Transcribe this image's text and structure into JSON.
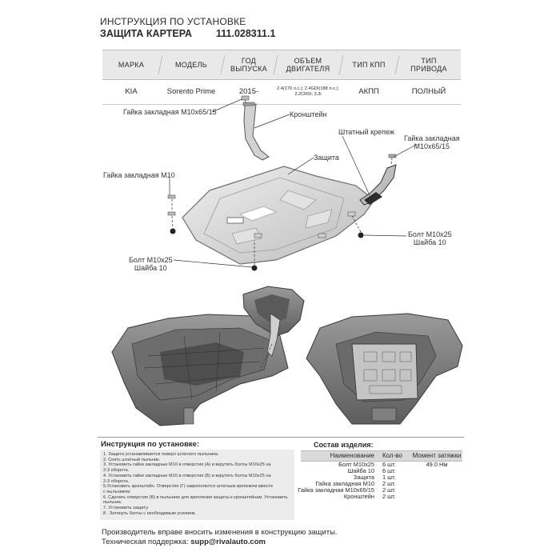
{
  "header": {
    "line1": "ИНСТРУКЦИЯ ПО УСТАНОВКЕ",
    "line2": "ЗАЩИТА КАРТЕРА",
    "code": "111.028311.1"
  },
  "spec_table": {
    "headers": [
      "МАРКА",
      "МОДЕЛЬ",
      "ГОД\nВЫПУСКА",
      "ОБЪЕМ\nДВИГАТЕЛЯ",
      "ТИП КПП",
      "ТИП\nПРИВОДА"
    ],
    "row": {
      "brand": "KIA",
      "model": "Sorento Prime",
      "year": "2015-",
      "engine": "2.4(170 л.с.); 2.4GDI(188 л.с.);\n2.2CRDi; 3.3i",
      "gearbox": "АКПП",
      "drive": "ПОЛНЫЙ"
    }
  },
  "callouts": {
    "nut_top_left": "Гайка закладная М10х65/15",
    "bracket": "Кронштейн",
    "standard_fastener": "Штатный крепеж",
    "nut_right": "Гайка закладная\nМ10х65/15",
    "guard": "Защита",
    "nut_m10": "Гайка закладная М10",
    "bolt_right": "Болт М10х25\nШайба 10",
    "bolt_left": "Болт М10х25\nШайба 10"
  },
  "instructions": {
    "title": "Инструкция по установке:",
    "steps": [
      "1. Защита устанавливается поверх штатного пыльника.",
      "2. Снять штатный пыльник.",
      "3. Установить гайки закладные М10 в отверстия (А) и вкрутить болты М10х25 на",
      "2-3 оборота.",
      "4. Установить гайки закладные М10 в отверстия (Б) и вкрутить болты М10х25 на",
      "2-3 оборота.",
      "5.Установить кронштейн. Отверстия (Г) закрепляются штатным крепежом вместе",
      "с пыльником.",
      "6. Сделать отверстия (В) в пыльнике для крепления защиты к кронштейнам. Установить",
      "пыльник.",
      "7. Установить защиту.",
      "8 . Затянуть болты с необходимым усилием."
    ]
  },
  "composition": {
    "title": "Состав изделия:",
    "headers": [
      "Наименование",
      "Кол-во",
      "Момент затяжки"
    ],
    "rows": [
      {
        "name": "Болт М10х25",
        "qty": "6 шт.",
        "torque": "49.0 Нм"
      },
      {
        "name": "Шайба 10",
        "qty": "6 шт.",
        "torque": ""
      },
      {
        "name": "Защита",
        "qty": "1 шт.",
        "torque": ""
      },
      {
        "name": "Гайка закладная М10",
        "qty": "2 шт.",
        "torque": ""
      },
      {
        "name": "Гайка закладная М10х65/15",
        "qty": "2 шт.",
        "torque": ""
      },
      {
        "name": "Кронштейн",
        "qty": "2 шт.",
        "torque": ""
      }
    ]
  },
  "footer": {
    "line1": "Производитель вправе вносить изменения в конструкцию защиты.",
    "support_label": "Техническая поддержка:",
    "support_email": "supp@rivalauto.com"
  },
  "colors": {
    "text": "#2a2a2a",
    "metal_light": "#d6d6d6",
    "metal_dark": "#7a7a7a",
    "table_header": "#e9e9e9"
  }
}
